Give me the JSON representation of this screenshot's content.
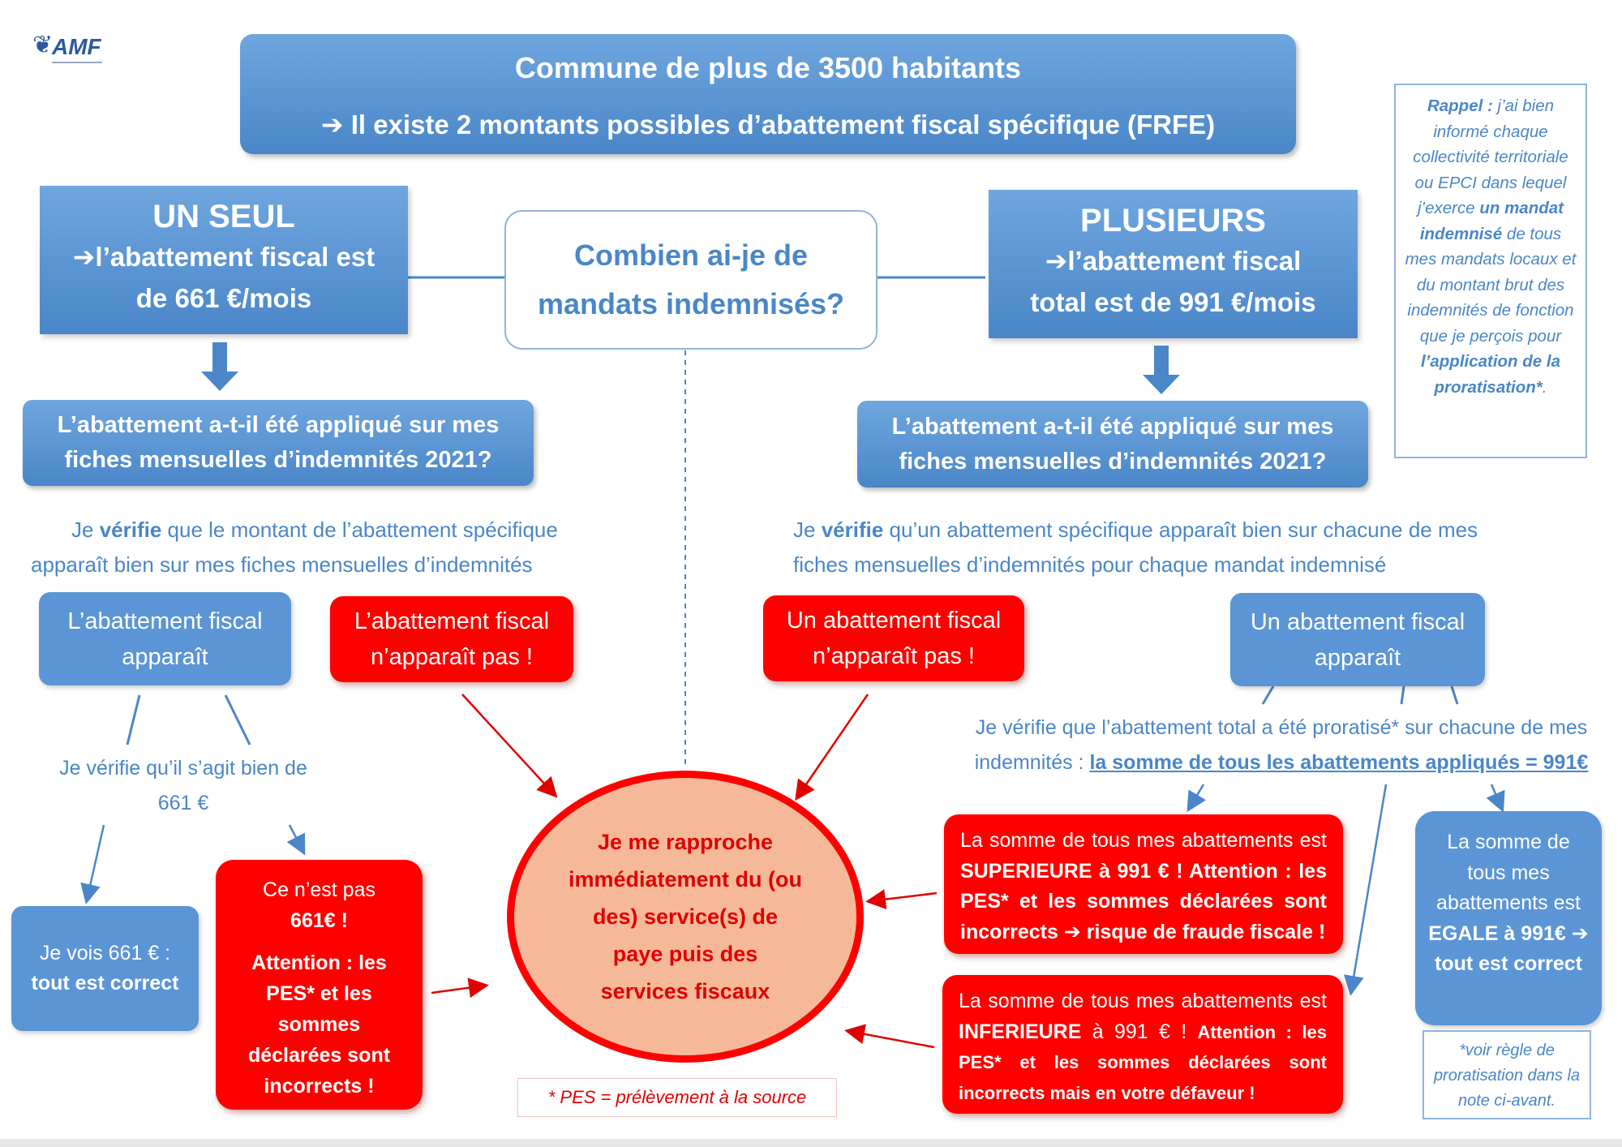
{
  "logo": {
    "text": "AMF"
  },
  "header": {
    "title": "Commune de plus de 3500 habitants",
    "subtitle": "Il existe 2 montants possibles d’abattement fiscal spécifique (FRFE)"
  },
  "question": "Combien ai-je de mandats indemnisés?",
  "left": {
    "title": "UN SEUL",
    "line1": "l’abattement fiscal est",
    "line2": "de 661 €/mois",
    "applied_q": "L’abattement a-t-il été appliqué sur mes fiches mensuelles d’indemnités 2021?",
    "verify_pre": "Je ",
    "verify_bold": "vérifie",
    "verify_post": " que le montant de l’abattement spécifique apparaît bien sur mes fiches mensuelles d’indemnités",
    "appears": "L’abattement fiscal apparaît",
    "not_appears": "L’abattement fiscal n’apparaît pas !",
    "check661": "Je vérifie qu’il s’agit bien de 661 €",
    "ok_pre": "Je vois 661 € :",
    "ok_bold": "tout est correct",
    "wrong_pre": "Ce n’est pas",
    "wrong_bold1": "661€ !",
    "wrong_bold2": "Attention : les PES* et les sommes déclarées sont incorrects !"
  },
  "right": {
    "title": "PLUSIEURS",
    "line1": "l’abattement fiscal",
    "line2": "total est de 991 €/mois",
    "applied_q": "L’abattement a-t-il été appliqué sur mes fiches mensuelles d’indemnités 2021?",
    "verify_pre": "Je ",
    "verify_bold": "vérifie",
    "verify_post": " qu’un abattement spécifique apparaît bien sur chacune de mes fiches mensuelles d’indemnités pour chaque mandat indemnisé",
    "not_appears": "Un abattement fiscal n’apparaît pas !",
    "appears": "Un abattement fiscal apparaît",
    "prorata_text": "Je vérifie que l’abattement total a été proratisé* sur chacune de mes indemnités : ",
    "prorata_link": "la somme de tous les abattements appliqués = 991€",
    "sup_pre": "La somme de tous mes abattements est ",
    "sup_bold": "SUPERIEURE à 991 € ! Attention : les PES* et les sommes déclarées sont incorrects ➔ risque de fraude fiscale !",
    "inf_pre": "La somme de tous mes abattements est ",
    "inf_bold": "INFERIEURE",
    "inf_mid": " à 991 € ! ",
    "inf_bold2": "Attention : les PES* et les sommes déclarées sont incorrects mais en votre défaveur !",
    "egal_pre": "La somme de tous mes abattements est ",
    "egal_bold": "EGALE à 991€ ➔ tout est correct"
  },
  "center": {
    "circle": "Je me rapproche immédiatement du (ou des) service(s) de paye puis des services fiscaux",
    "pes_note": "* PES = prélèvement à la source"
  },
  "rappel": {
    "label": "Rappel :",
    "t1": " j’ai bien informé chaque collectivité territoriale ou EPCI dans lequel j’exerce ",
    "b1": "un mandat indemnisé",
    "t2": " de tous mes mandats locaux et du montant brut des indemnités de fonction que je perçois pour ",
    "b2": "l’application de la proratisation*",
    "t3": "."
  },
  "footnote": "*voir règle de proratisation dans la note ci-avant.",
  "arrow_glyph": "➔"
}
